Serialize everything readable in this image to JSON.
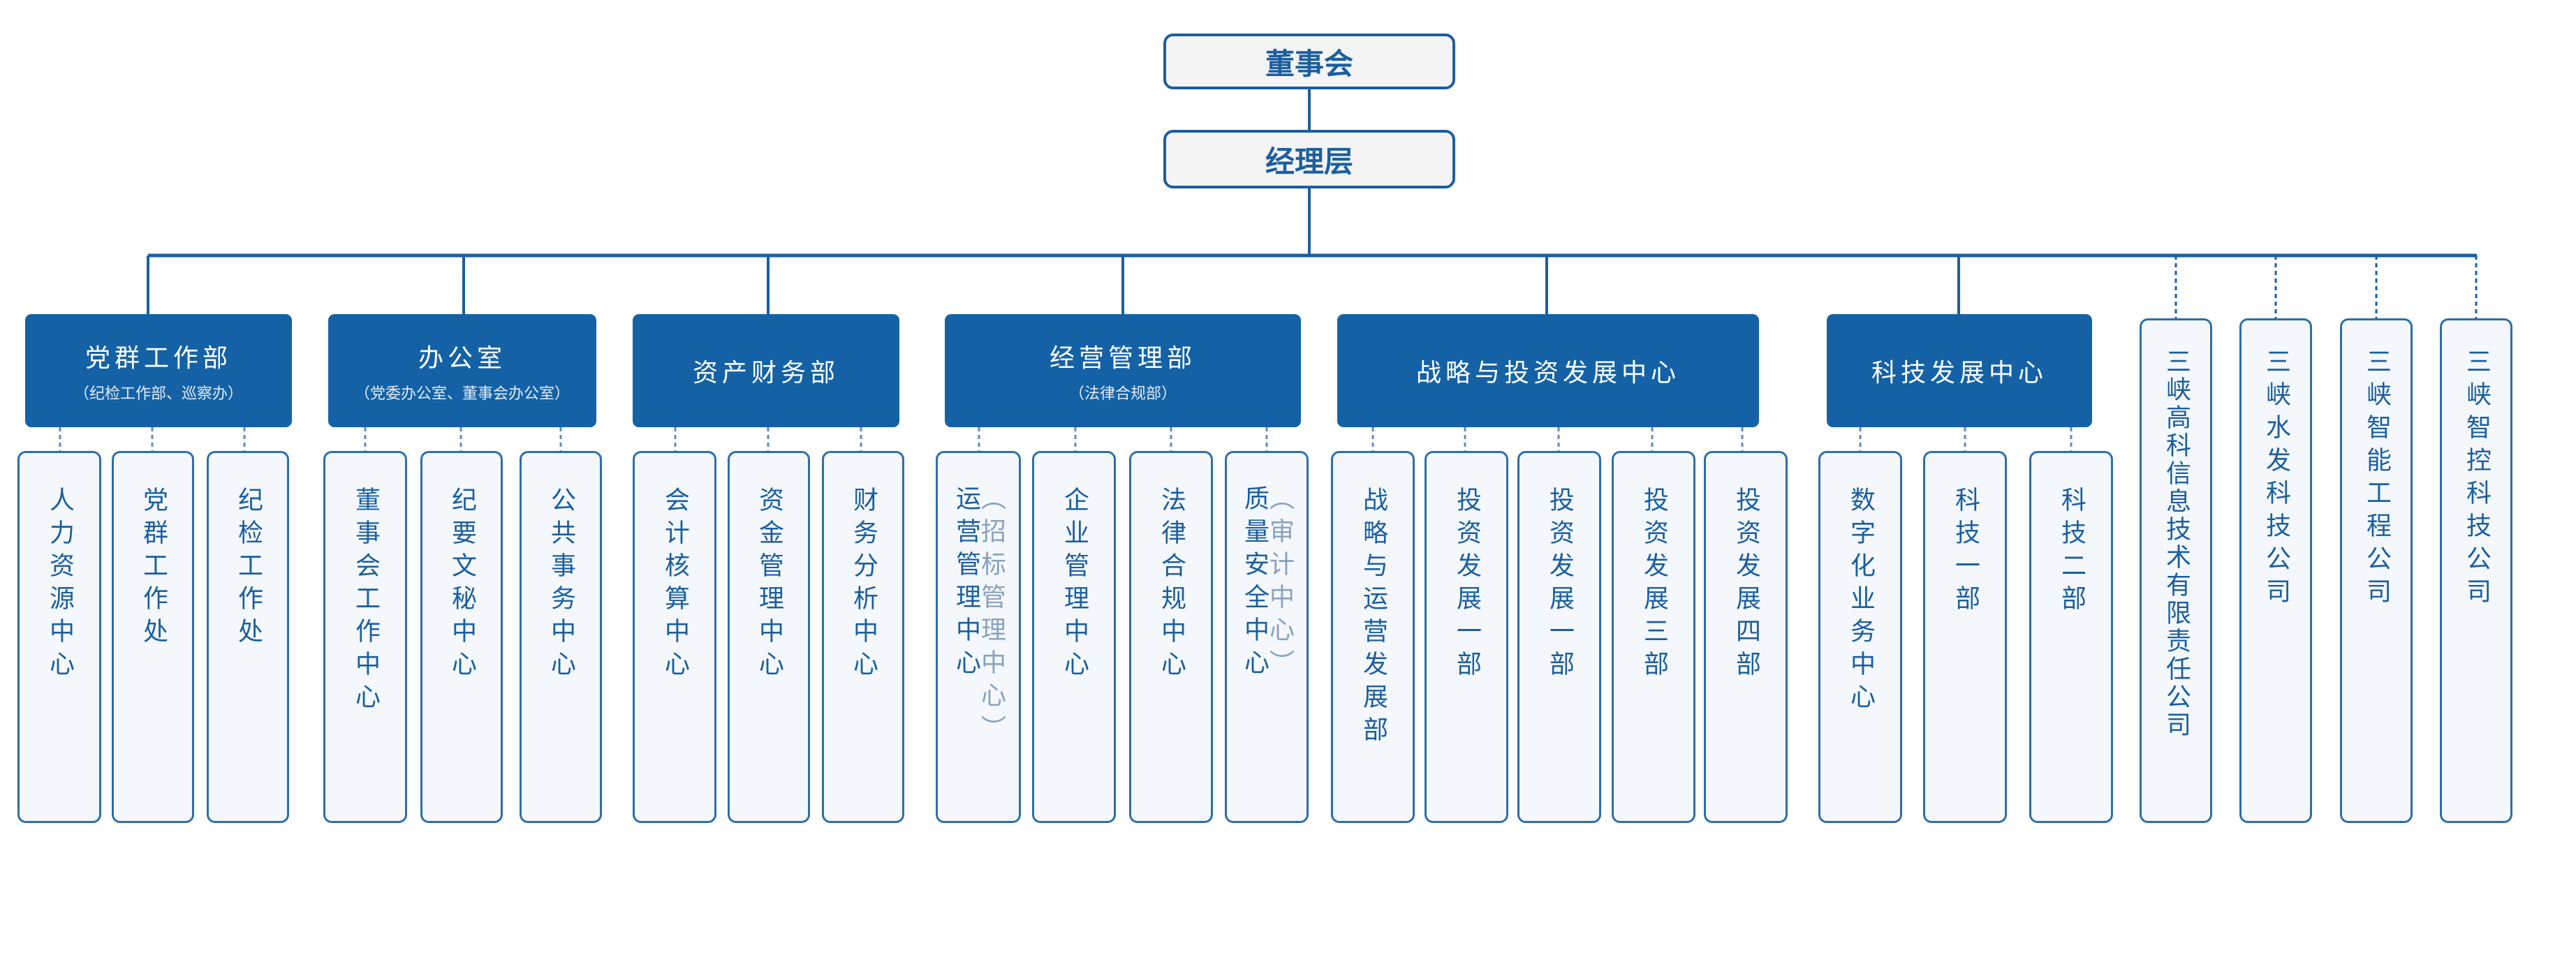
{
  "board": "董事会",
  "management": "经理层",
  "departments": [
    {
      "name": "党群工作部",
      "note": "（纪检工作部、巡察办）",
      "units": [
        "人力资源中心",
        "党群工作处",
        "纪检工作处"
      ]
    },
    {
      "name": "办公室",
      "note": "（党委办公室、董事会办公室）",
      "units": [
        "董事会工作中心",
        "纪要文秘中心",
        "公共事务中心"
      ]
    },
    {
      "name": "资产财务部",
      "note": "",
      "units": [
        "会计核算中心",
        "资金管理中心",
        "财务分析中心"
      ]
    },
    {
      "name": "经营管理部",
      "note": "（法律合规部）",
      "units": [
        {
          "text": "运营管理中心",
          "note": "（招标管理中心）"
        },
        {
          "text": "企业管理中心",
          "note": ""
        },
        {
          "text": "法律合规中心",
          "note": ""
        },
        {
          "text": "质量安全中心",
          "note": "（审计中心）"
        }
      ]
    },
    {
      "name": "战略与投资发展中心",
      "note": "",
      "units": [
        "战略与运营发展部",
        "投资发展一部",
        "投资发展一部",
        "投资发展三部",
        "投资发展四部"
      ]
    },
    {
      "name": "科技发展中心",
      "note": "",
      "units": [
        "数字化业务中心",
        "科技一部",
        "科技二部"
      ]
    }
  ],
  "companies": [
    "三峡高科信息技术有限责任公司",
    "三峡水发科技公司",
    "三峡智能工程公司",
    "三峡智控科技公司"
  ],
  "colors": {
    "primary": "#1462a5",
    "border": "#1b5f9f",
    "unit_bg": "#f4f8fc",
    "note": "#8aa2bd"
  }
}
